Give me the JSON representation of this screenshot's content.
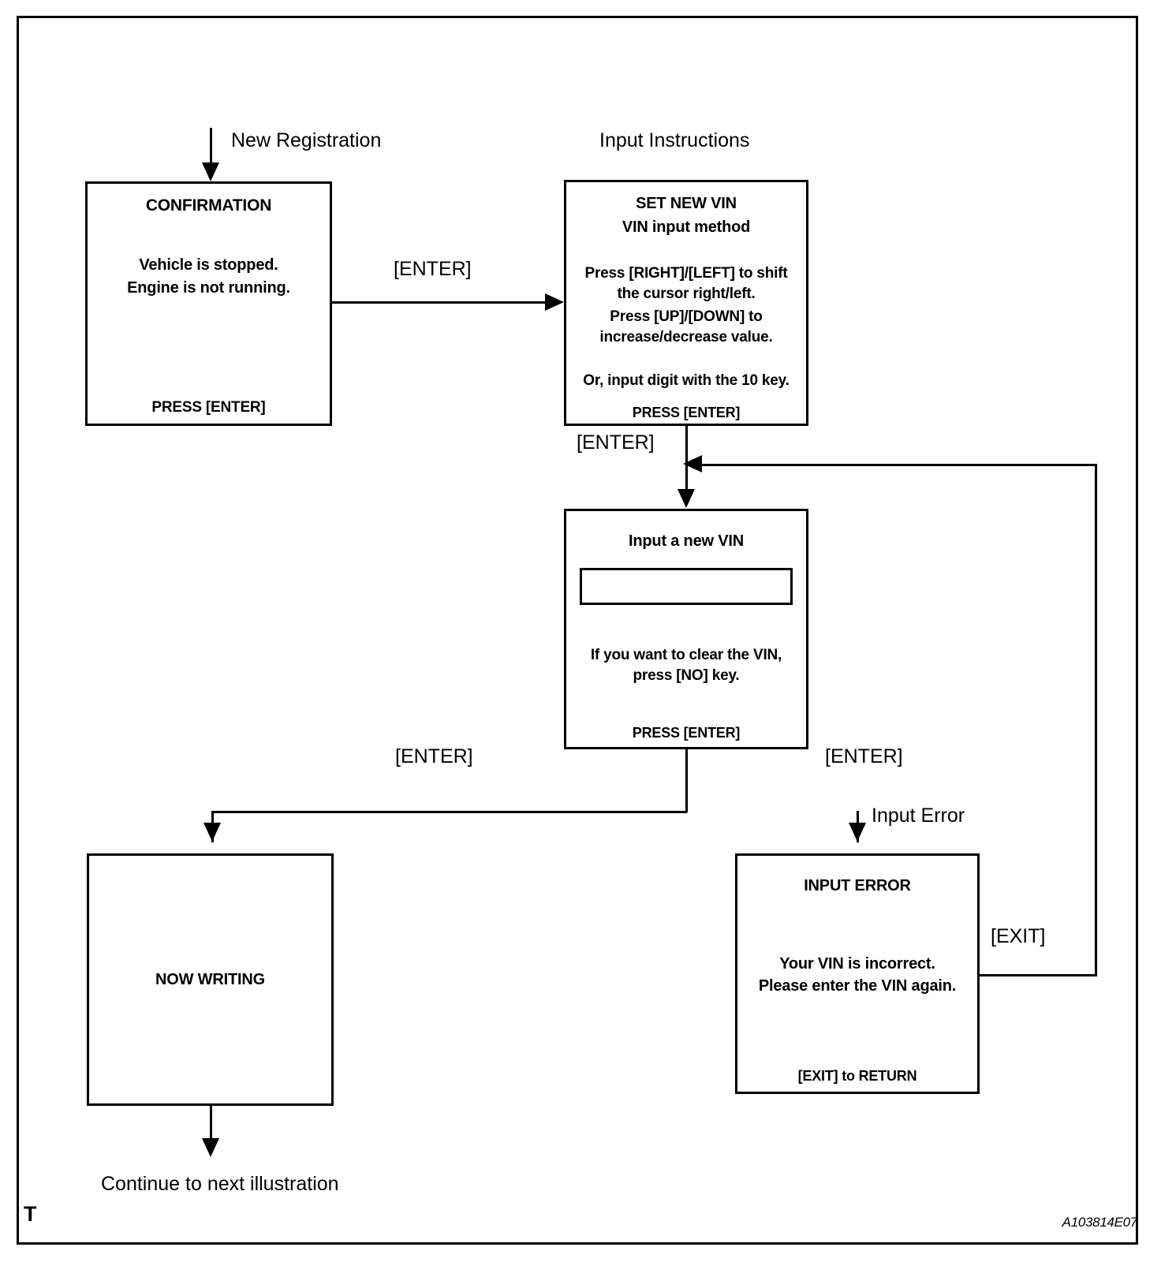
{
  "diagram": {
    "figure_id": "A103814E07",
    "corner_mark": "T",
    "entry_label": "New Registration",
    "instructions_label": "Input Instructions",
    "exit_label": "Continue to next illustration"
  },
  "boxes": {
    "confirmation": {
      "title": "CONFIRMATION",
      "line1": "Vehicle is stopped.",
      "line2": "Engine is not running.",
      "footer": "PRESS [ENTER]"
    },
    "set_new_vin": {
      "title": "SET NEW VIN",
      "subtitle": "VIN input method",
      "line1": "Press [RIGHT]/[LEFT] to shift",
      "line2": "the cursor right/left.",
      "line3": "Press [UP]/[DOWN]  to",
      "line4": "increase/decrease value.",
      "line5": "Or, input digit with the 10 key.",
      "footer": "PRESS [ENTER]"
    },
    "input_vin": {
      "title": "Input a new VIN",
      "field_value": "",
      "line1": "If you want to clear the VIN,",
      "line2": "press [NO] key.",
      "footer": "PRESS [ENTER]"
    },
    "now_writing": {
      "title": "NOW WRITING"
    },
    "input_error": {
      "title": "INPUT  ERROR",
      "line1": "Your VIN is incorrect.",
      "line2": "Please enter the VIN again.",
      "footer": "[EXIT] to RETURN"
    }
  },
  "transitions": {
    "confirm_to_setvin": "[ENTER]",
    "setvin_to_inputvin": "[ENTER]",
    "inputvin_to_writing": "[ENTER]",
    "inputvin_to_error": "[ENTER]",
    "error_branch": "Input Error",
    "error_return": "[EXIT]"
  }
}
